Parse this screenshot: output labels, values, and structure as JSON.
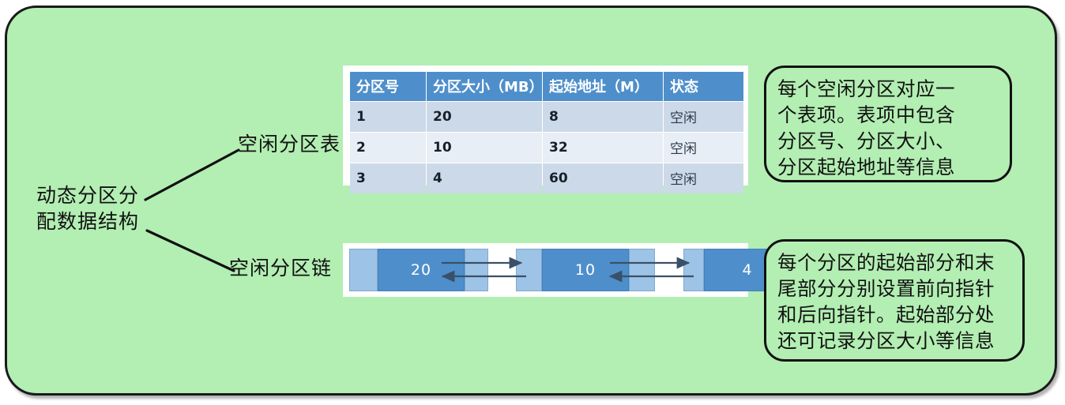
{
  "slide": {
    "frame_fill": "#b3eeb3",
    "frame_border": "#1a1a1a"
  },
  "master_label": {
    "line1": "动态分区分",
    "line2": "配数据结构"
  },
  "labels": {
    "free_partition_table": "空闲分区表",
    "free_partition_chain": "空闲分区链"
  },
  "free_partition_table": {
    "headers": [
      "分区号",
      "分区大小（MB）",
      "起始地址（M）",
      "状态"
    ],
    "rows": [
      [
        "1",
        "20",
        "8",
        "空闲"
      ],
      [
        "2",
        "10",
        "32",
        "空闲"
      ],
      [
        "3",
        "4",
        "60",
        "空闲"
      ]
    ],
    "header_bg": "#4e8fcb",
    "row_bg_odd": "#ccd9e8",
    "row_bg_even": "#e8eef5"
  },
  "free_partition_chain": {
    "nodes": [
      {
        "size": "20"
      },
      {
        "size": "10"
      },
      {
        "size": "4"
      }
    ],
    "node_fill": "#4e8fcb",
    "pointer_fill": "#9dc3e6",
    "arrow_color": "#3a5068",
    "forward_pointer_name": "前向指针",
    "backward_pointer_name": "后向指针"
  },
  "notes": {
    "table_note": {
      "lines": [
        "每个空闲分区对应一",
        "个表项。表项中包含",
        "分区号、分区大小、",
        "分区起始地址等信息"
      ]
    },
    "chain_note": {
      "lines": [
        "每个分区的起始部分和末",
        "尾部分分别设置前向指针",
        "和后向指针。起始部分处",
        "还可记录分区大小等信息"
      ]
    }
  }
}
